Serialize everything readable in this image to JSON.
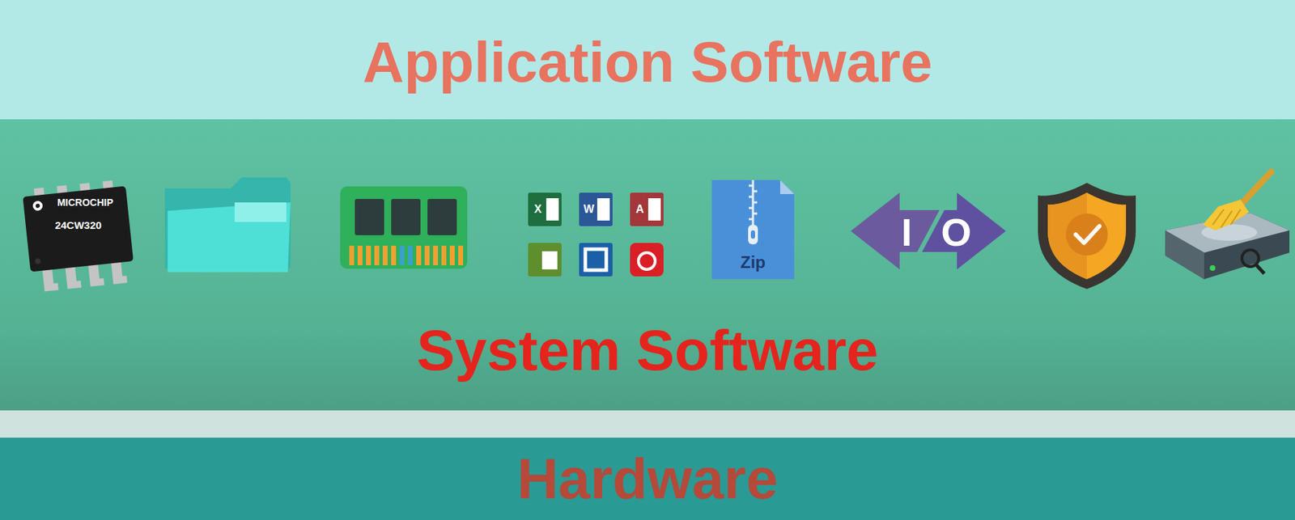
{
  "diagram": {
    "nodes": [
      {
        "text": [
          "Application Software"
        ]
      },
      {
        "text": [
          "System Software"
        ]
      },
      {
        "text": [
          "Hardware"
        ]
      }
    ],
    "labels": [
      "MICROCHIP",
      "24CW320",
      "X",
      "W",
      "A",
      "Zip",
      "I",
      "O"
    ]
  }
}
